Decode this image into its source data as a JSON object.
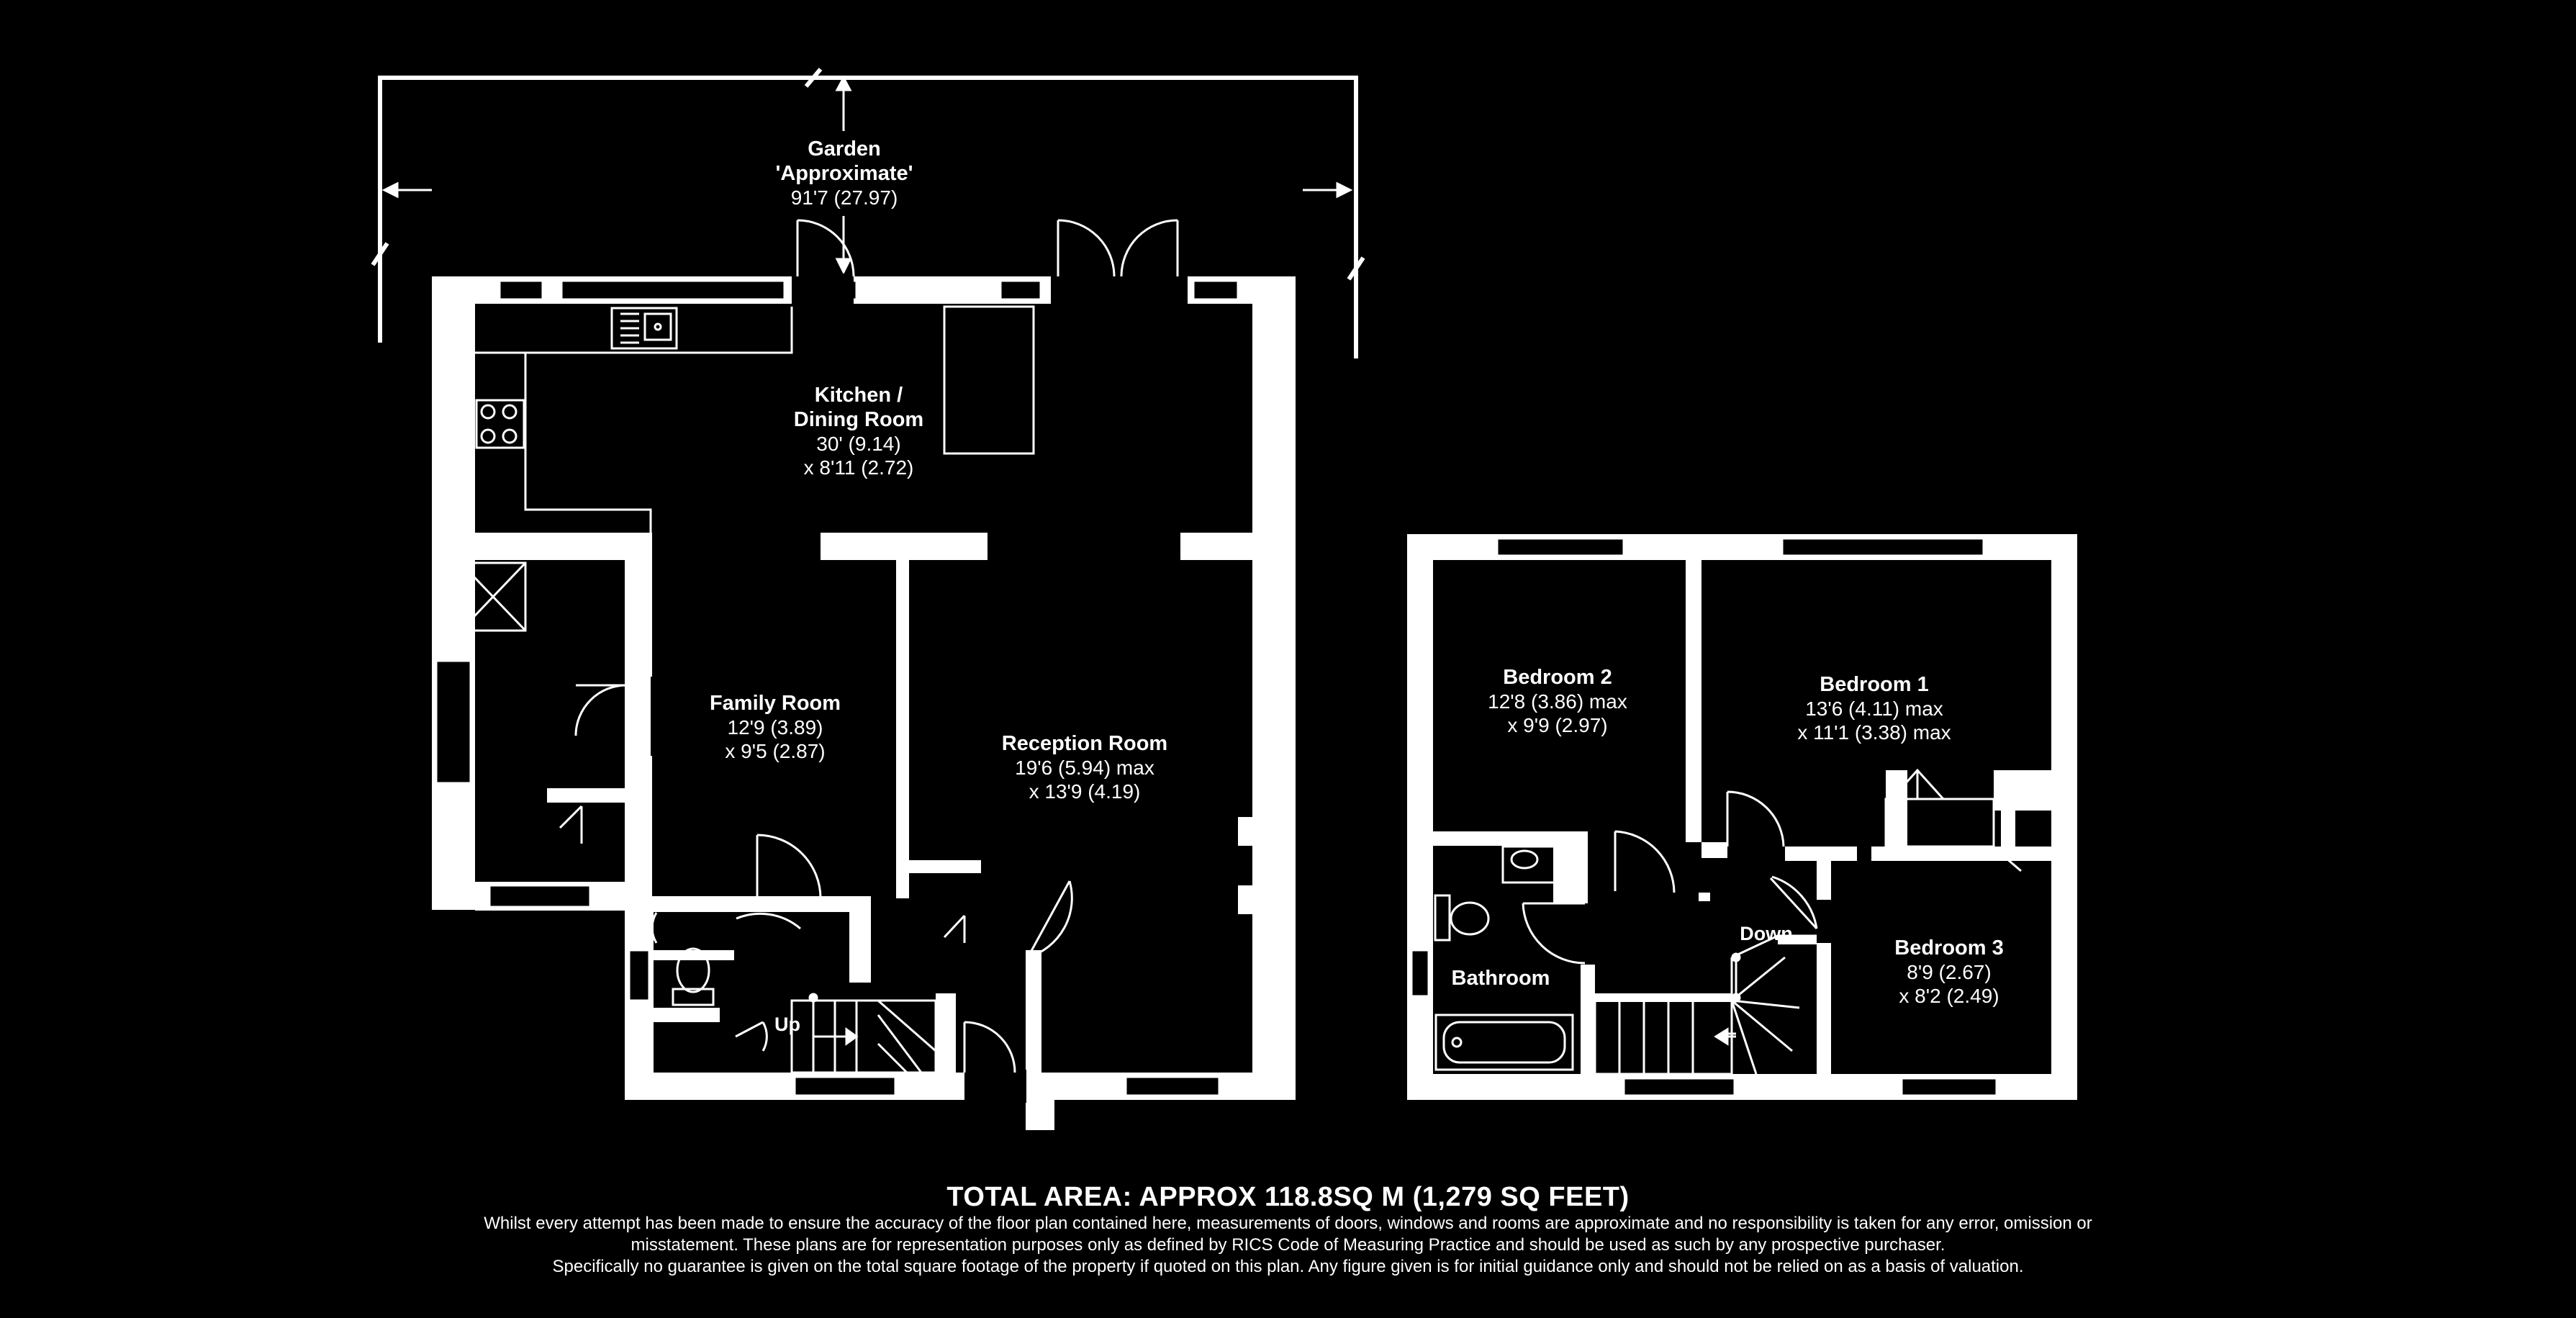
{
  "garden": {
    "name": "Garden",
    "sub": "'Approximate'",
    "dim": "91'7 (27.97)"
  },
  "rooms": {
    "kitchen": {
      "name1": "Kitchen /",
      "name2": "Dining Room",
      "dim1": "30' (9.14)",
      "dim2": "x 8'11 (2.72)"
    },
    "family": {
      "name": "Family Room",
      "dim1": "12'9 (3.89)",
      "dim2": "x 9'5 (2.87)"
    },
    "reception": {
      "name": "Reception Room",
      "dim1": "19'6 (5.94) max",
      "dim2": "x 13'9 (4.19)"
    },
    "bedroom2": {
      "name": "Bedroom 2",
      "dim1": "12'8 (3.86) max",
      "dim2": "x 9'9 (2.97)"
    },
    "bedroom1": {
      "name": "Bedroom 1",
      "dim1": "13'6 (4.11) max",
      "dim2": "x 11'1 (3.38) max"
    },
    "bedroom3": {
      "name": "Bedroom 3",
      "dim1": "8'9 (2.67)",
      "dim2": "x 8'2 (2.49)"
    },
    "bathroom": {
      "name": "Bathroom"
    }
  },
  "stairs": {
    "up": "Up",
    "down": "Down"
  },
  "footer": {
    "total": "TOTAL AREA: APPROX 118.8SQ M (1,279 SQ FEET)",
    "line1": "Whilst every attempt has been made to ensure the accuracy of the floor plan contained here, measurements of doors, windows and rooms are approximate and no responsibility is taken for any error, omission or",
    "line2": "misstatement.  These plans are for representation purposes only as defined by RICS Code of Measuring Practice and should be used as such by any prospective purchaser.",
    "line3": "Specifically no guarantee is given on the total square footage of the property if quoted on this plan.  Any figure given is for initial guidance only and should not be relied on as a basis of valuation."
  },
  "colors": {
    "background": "#000000",
    "walls": "#ffffff"
  }
}
